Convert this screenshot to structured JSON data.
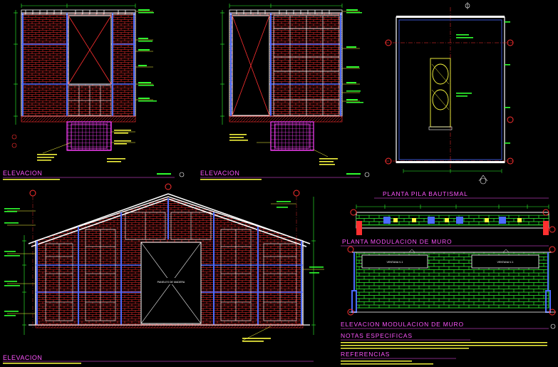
{
  "titles": {
    "elev_1": "ELEVACION",
    "elev_2": "ELEVACION",
    "elev_3": "ELEVACION",
    "planta_pila": "PLANTA PILA BAUTISMAL",
    "planta_mod": "PLANTA MODULACION DE MURO",
    "elev_mod": "ELEVACION MODULACION DE MURO",
    "notas": "NOTAS ESPECIFICAS",
    "referencias": "REFERENCIAS"
  },
  "labels": {
    "panel": "PANELES DE MADERA",
    "ventana_1": "VENTANA V-1",
    "ventana_2": "VENTANA V-1"
  },
  "colors": {
    "background": "#000000",
    "brick": "#ff3030",
    "frame": "#ffffff",
    "column": "#4b6bff",
    "dimension": "#30ff30",
    "title": "#ff55ff",
    "footing": "#ff40ff",
    "text": "#ffff40",
    "block": "#30ff30"
  }
}
